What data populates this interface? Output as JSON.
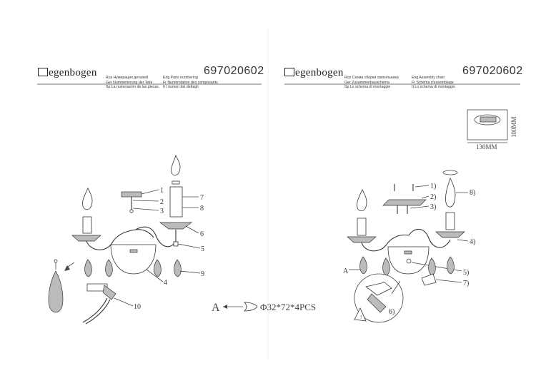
{
  "left_sheet": {
    "brand": "egenbogen",
    "product_code": "697020602",
    "title_lines": [
      "Rus Нумерация деталей",
      "Ger Nummerierung der Teile",
      "Sp La numeración de las piezas",
      "Eng Parts numbering",
      "Fr Numérotation des composants",
      "It I numeri dei dettagli"
    ],
    "callouts": [
      "1",
      "2",
      "3",
      "4",
      "5",
      "6",
      "7",
      "8",
      "9",
      "10"
    ]
  },
  "right_sheet": {
    "brand": "egenbogen",
    "product_code": "697020602",
    "title_lines": [
      "Rus Схема сборки светильника",
      "Ger Zusammenbauschema",
      "Sp Lo schema di montaggio",
      "Eng Assembly chart",
      "Fr Schéma d'assemblage",
      "It Lo schema di montaggio"
    ],
    "callouts": [
      "1)",
      "2)",
      "3)",
      "4)",
      "5)",
      "6)",
      "7)",
      "8)"
    ],
    "box_width_label": "130MM",
    "box_height_label": "100MM",
    "detail_marker": "A"
  },
  "crystal_spec": {
    "marker": "A",
    "text": "Φ32*72*4PCS"
  }
}
